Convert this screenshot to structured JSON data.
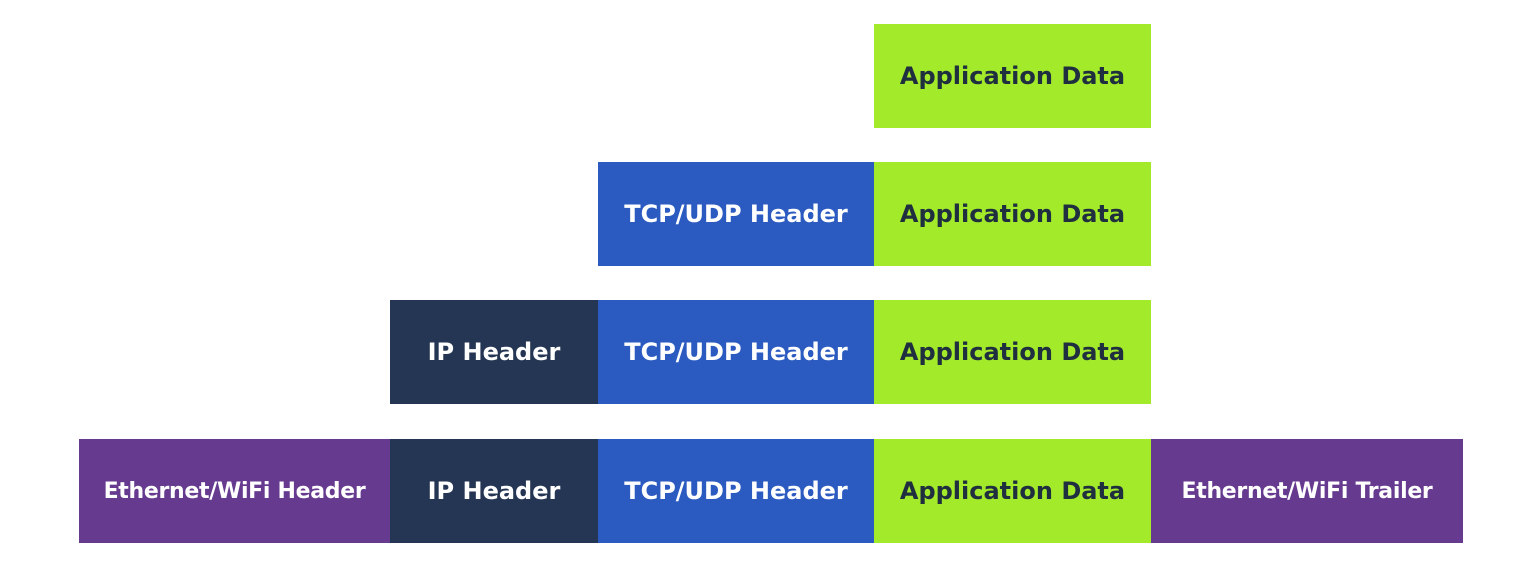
{
  "colors": {
    "application_data": "#a3ea2a",
    "tcp_udp_header": "#2b5ac0",
    "ip_header": "#243653",
    "ethernet_wifi": "#653a8f"
  },
  "rows": [
    {
      "segments": [
        {
          "label": "Application Data",
          "kind": "application_data"
        }
      ]
    },
    {
      "segments": [
        {
          "label": "TCP/UDP Header",
          "kind": "tcp_udp_header"
        },
        {
          "label": "Application Data",
          "kind": "application_data"
        }
      ]
    },
    {
      "segments": [
        {
          "label": "IP Header",
          "kind": "ip_header"
        },
        {
          "label": "TCP/UDP Header",
          "kind": "tcp_udp_header"
        },
        {
          "label": "Application Data",
          "kind": "application_data"
        }
      ]
    },
    {
      "segments": [
        {
          "label": "Ethernet/WiFi Header",
          "kind": "ethernet_wifi"
        },
        {
          "label": "IP Header",
          "kind": "ip_header"
        },
        {
          "label": "TCP/UDP Header",
          "kind": "tcp_udp_header"
        },
        {
          "label": "Application Data",
          "kind": "application_data"
        },
        {
          "label": "Ethernet/WiFi Trailer",
          "kind": "ethernet_wifi"
        }
      ]
    }
  ]
}
